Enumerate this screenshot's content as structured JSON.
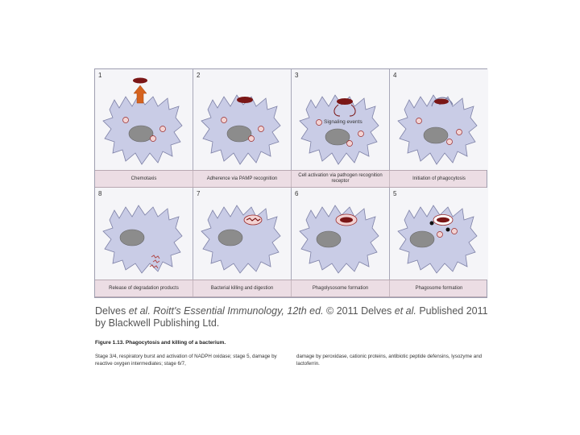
{
  "panels": [
    {
      "number": "1",
      "caption": "Chemotaxis"
    },
    {
      "number": "2",
      "caption": "Adherence via PAMP recognition"
    },
    {
      "number": "3",
      "caption": "Cell activation via pathogen recognition receptor"
    },
    {
      "number": "4",
      "caption": "Initiation of phagocytosis"
    },
    {
      "number": "8",
      "caption": "Release of degradation products"
    },
    {
      "number": "7",
      "caption": "Bacterial killing and digestion"
    },
    {
      "number": "6",
      "caption": "Phagolysosome formation"
    },
    {
      "number": "5",
      "caption": "Phagosome formation"
    }
  ],
  "panel3_label": "Signaling events",
  "credit": {
    "authors": "Delves ",
    "et_al": "et al. ",
    "book": "Roitt's Essential Immunology, 12th ed.",
    "rest": " © 2011 Delves ",
    "et_al2": "et al.",
    "rest2": " Published 2011 by Blackwell Publishing Ltd."
  },
  "figure_title": "Figure 1.13. Phagocytosis and killing of a bacterium.",
  "legend_left": "Stage 3/4, respiratory burst and activation of NADPH oxidase; stage 5, damage by reactive oxygen intermediates; stage 6/7,",
  "legend_right": "damage by peroxidase, cationic proteins, antibiotic peptide defensins, lysozyme and lactoferrin.",
  "colors": {
    "cell": "#c9cce6",
    "nucleus": "#8c8c8c",
    "bacterium": "#7a1616",
    "arrow": "#d5631f",
    "caption_band": "#ecdde4"
  }
}
